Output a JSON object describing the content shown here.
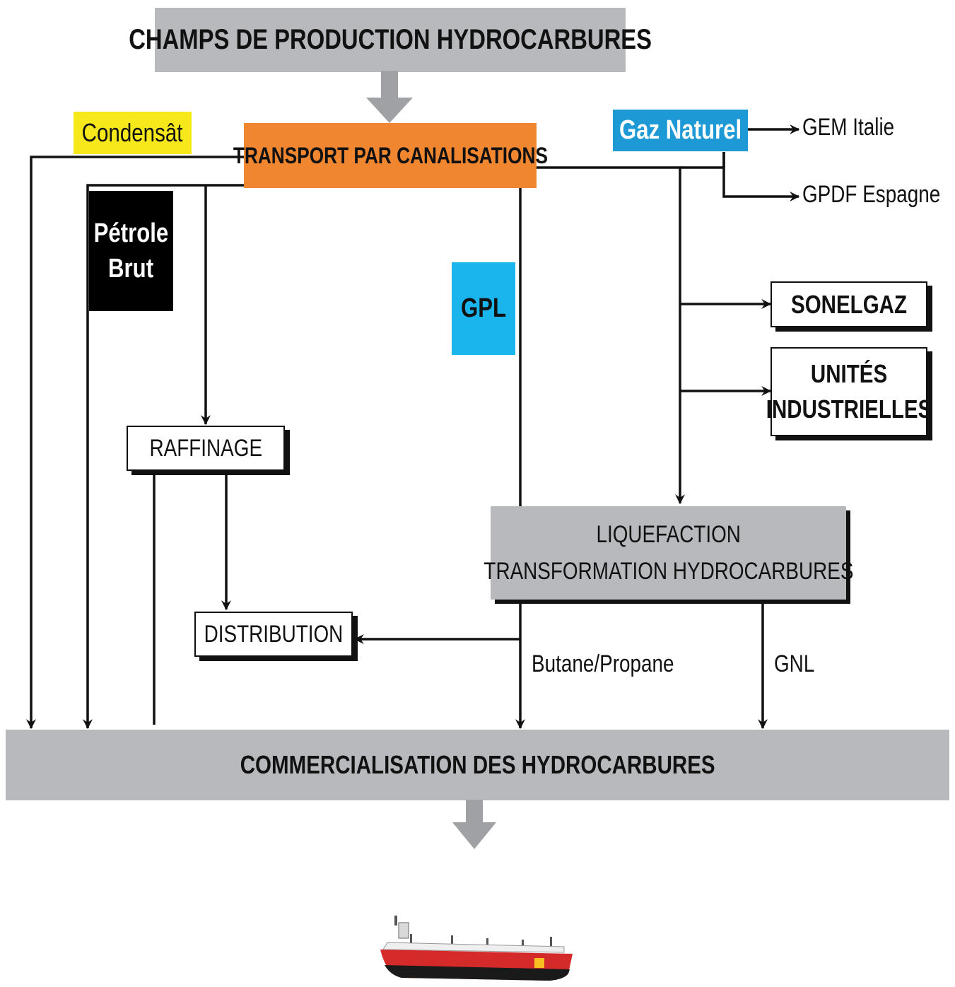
{
  "nodes": {
    "production": "CHAMPS DE PRODUCTION HYDROCARBURES",
    "transport": "TRANSPORT PAR CANALISATIONS",
    "condensat": "Condensât",
    "gaz_naturel": "Gaz Naturel",
    "petrole_line1": "Pétrole",
    "petrole_line2": "Brut",
    "gpl": "GPL",
    "sonelgaz": "SONELGAZ",
    "unites_line1": "UNITÉS",
    "unites_line2": "INDUSTRIELLES",
    "raffinage": "RAFFINAGE",
    "distribution": "DISTRIBUTION",
    "liquefaction_line1": "LIQUEFACTION",
    "liquefaction_line2": "TRANSFORMATION HYDROCARBURES",
    "commercialisation": "COMMERCIALISATION DES HYDROCARBURES"
  },
  "edge_labels": {
    "gem": "GEM Italie",
    "gpdf": "GPDF Espagne",
    "butane": "Butane/Propane",
    "gnl": "GNL"
  },
  "colors": {
    "grey": "#b8b9bc",
    "orange": "#f0862f",
    "yellow": "#f7e81b",
    "blue_gaz": "#1d9ad6",
    "blue_gpl": "#19b5ec",
    "black": "#000000",
    "ship_hull": "#d42a2a"
  }
}
